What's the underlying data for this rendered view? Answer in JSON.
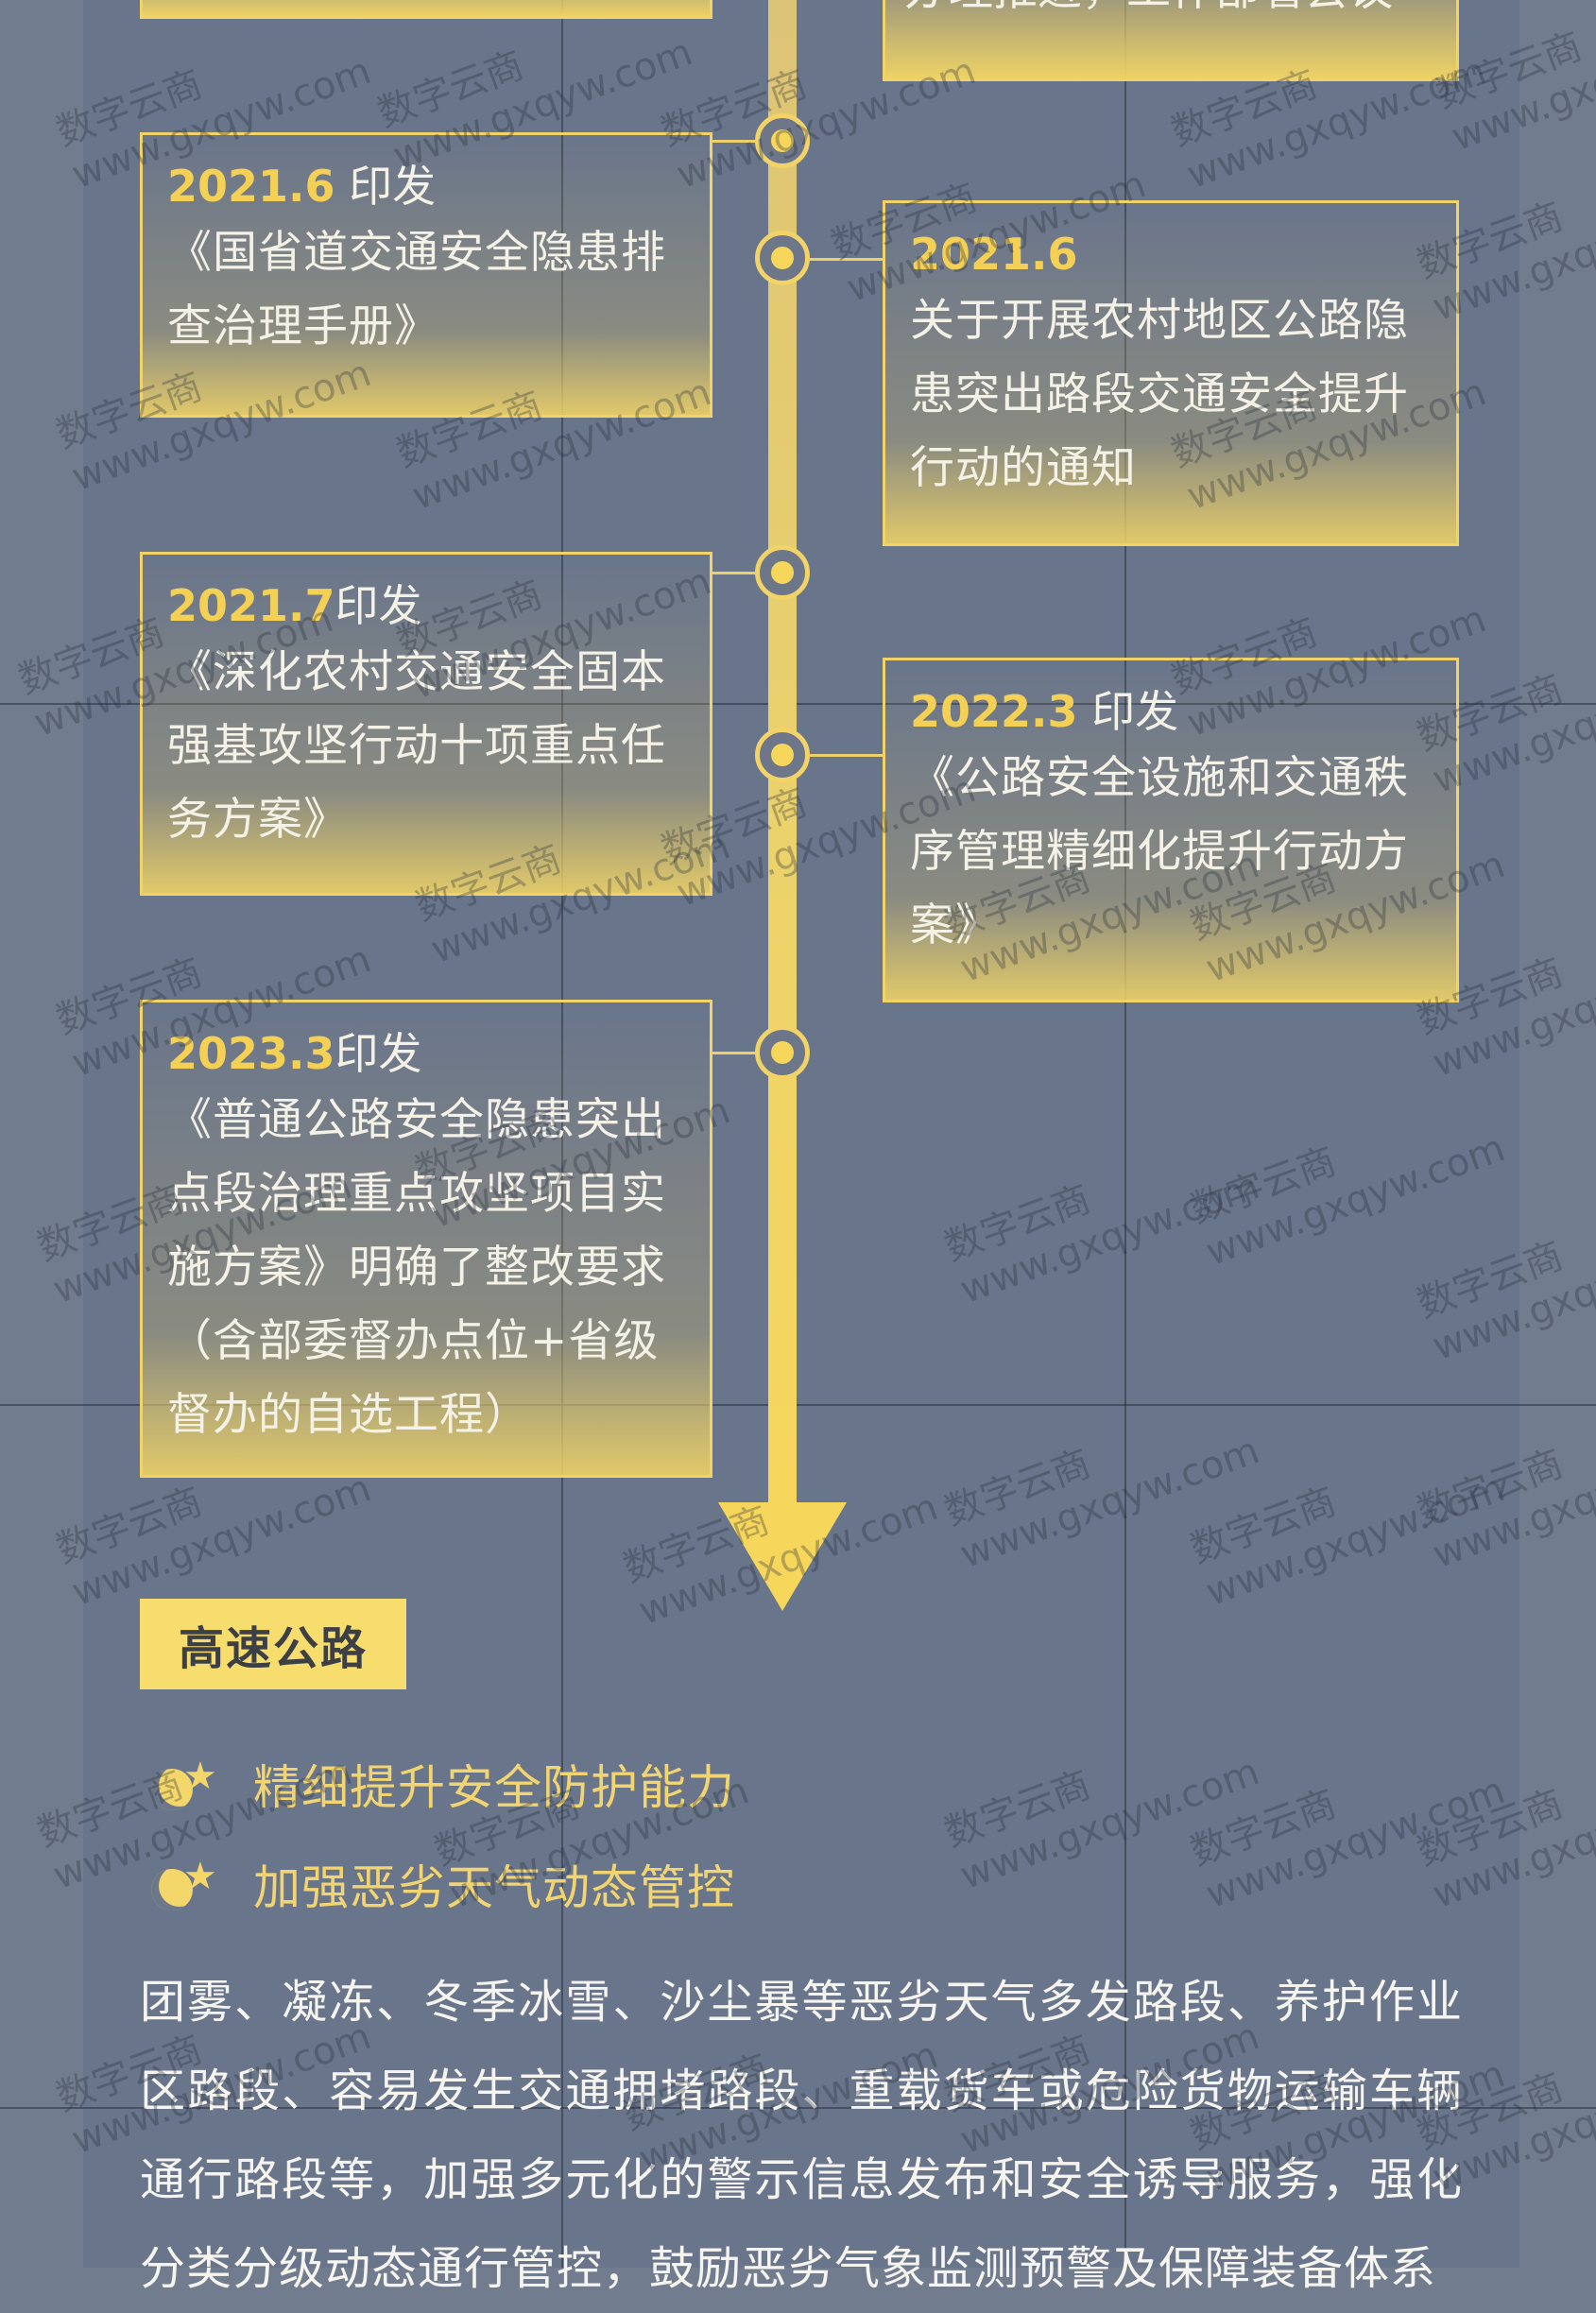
{
  "colors": {
    "background": "#69758b",
    "accent_yellow": "#f4d055",
    "card_border": "#f2d368",
    "text_light": "#f4f1e6"
  },
  "top_fragment": {
    "text": "办理推进，工作部署会议"
  },
  "timeline": {
    "events": [
      {
        "side": "left",
        "date": "2021.6",
        "tag": " 印发",
        "body": "《国省道交通安全隐患排查治理手册》"
      },
      {
        "side": "right",
        "date": "2021.6",
        "tag": "",
        "body": "关于开展农村地区公路隐患突出路段交通安全提升行动的通知"
      },
      {
        "side": "left",
        "date": "2021.7",
        "tag": "印发",
        "body": "《深化农村交通安全固本强基攻坚行动十项重点任务方案》"
      },
      {
        "side": "right",
        "date": "2022.3",
        "tag": " 印发",
        "body": "《公路安全设施和交通秩序管理精细化提升行动方案》"
      },
      {
        "side": "left",
        "date": "2023.3",
        "tag": "印发",
        "body": "《普通公路安全隐患突出点段治理重点攻坚项目实施方案》明确了整改要求（含部委督办点位+省级督办的自选工程）"
      }
    ]
  },
  "section": {
    "tag": "高速公路",
    "features": [
      {
        "icon": "moon-star-icon",
        "label": "精细提升安全防护能力"
      },
      {
        "icon": "moon-star-icon",
        "label": "加强恶劣天气动态管控"
      }
    ],
    "paragraph": "团雾、凝冻、冬季冰雪、沙尘暴等恶劣天气多发路段、养护作业区路段、容易发生交通拥堵路段、重载货车或危险货物运输车辆通行路段等，加强多元化的警示信息发布和安全诱导服务，强化分类分级动态通行管控，鼓励恶劣气象监测预警及保障装备体系"
  },
  "watermark": {
    "cn": "数字云商",
    "url": "www.gxqyw.com"
  }
}
